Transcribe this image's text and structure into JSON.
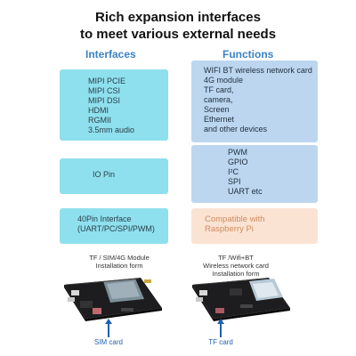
{
  "title": {
    "line1": "Rich expansion interfaces",
    "line2": "to meet various external needs"
  },
  "headers": {
    "interfaces": "Interfaces",
    "functions": "Functions"
  },
  "interfaces_box": [
    "MIPI PCIE",
    "MIPI CSI",
    "MIPI DSI",
    "HDMI",
    "RGMII",
    "3.5mm audio"
  ],
  "functions_box": [
    "WIFI BT wireless network card",
    "4G module",
    "TF card,",
    "camera,",
    "Screen",
    "Ethernet",
    "and other devices"
  ],
  "io_box": {
    "label": "IO Pin"
  },
  "io_functions": [
    "PWM",
    "GPIO",
    "I²C",
    "SPI",
    "UART etc"
  ],
  "pin40_box": [
    "40Pin Interface",
    "(UART/PC/SPI/PWM)"
  ],
  "compatible_box": [
    "Compatible with",
    "Raspberry Pi"
  ],
  "captions": {
    "left": [
      "TF / SIM/4G Module",
      "Installation form"
    ],
    "right": [
      "TF /Wifi+BT",
      "Wireless network card",
      "Installation form"
    ]
  },
  "card_labels": {
    "left": "SIM card",
    "right": "TF card"
  },
  "colors": {
    "header_blue": "#3b82c4",
    "cyan_box": "#8fe0ee",
    "blue_box": "#bcd6f0",
    "peach_box": "#fbe3d3",
    "compatible_text": "#d08a5f",
    "arrow_blue": "#1e5fb3"
  }
}
